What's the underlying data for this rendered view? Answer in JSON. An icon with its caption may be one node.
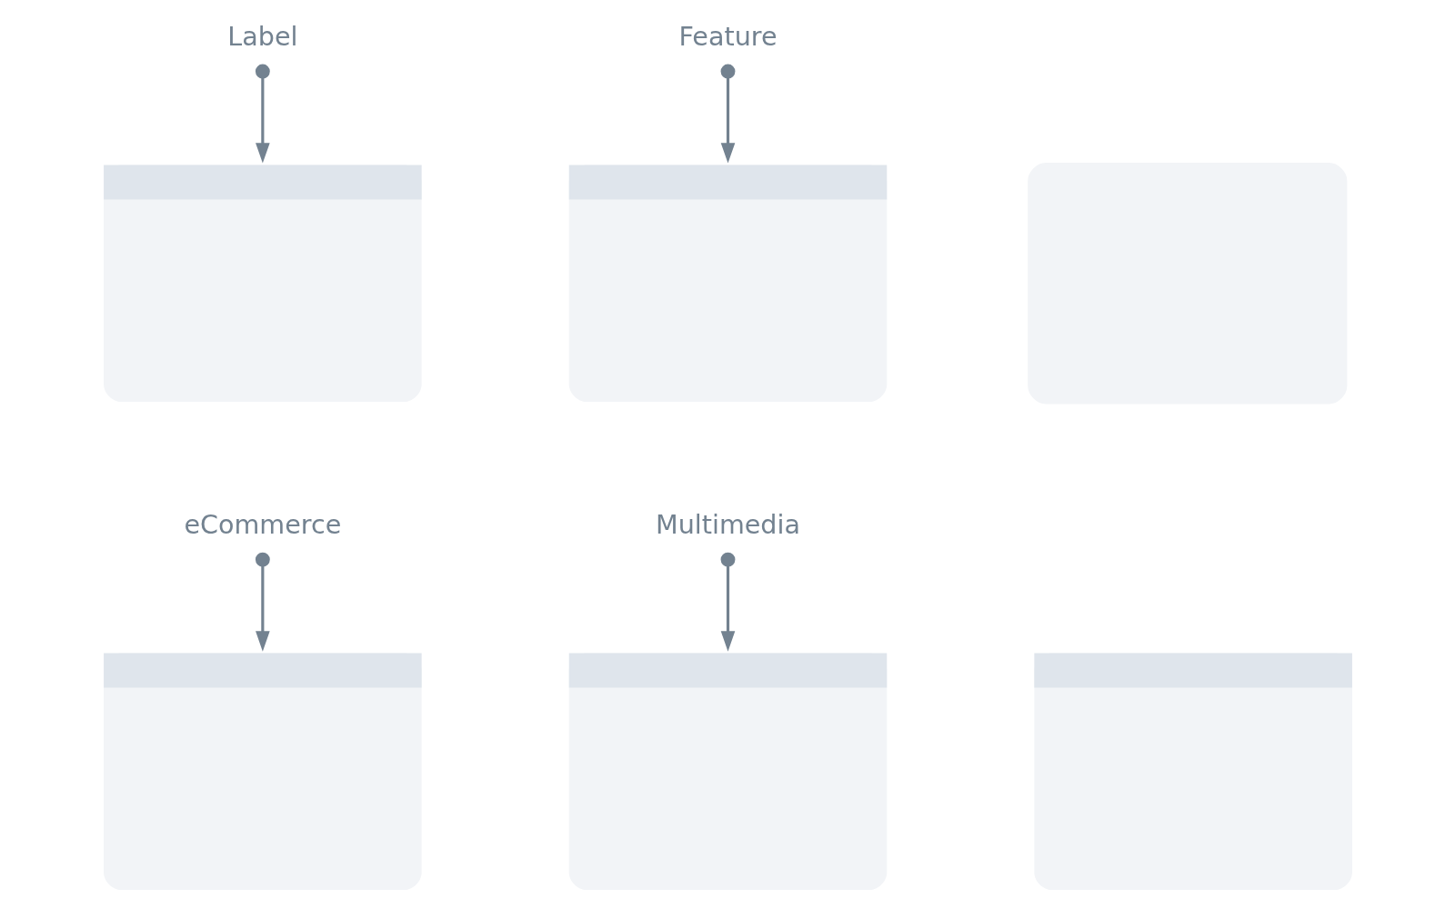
{
  "diagram": {
    "nodes": [
      {
        "text": [
          "Label"
        ]
      },
      {
        "text": [],
        "shape": "picture"
      },
      {
        "text": [
          "Feature"
        ]
      },
      {
        "text": [],
        "shape": "picture"
      },
      {
        "text": [],
        "shape": "box"
      },
      {
        "text": [
          "eCommerce"
        ]
      },
      {
        "text": [],
        "shape": "picture"
      },
      {
        "text": [
          "Multimedia"
        ]
      },
      {
        "text": [],
        "shape": "picture"
      },
      {
        "text": [],
        "shape": "picture"
      }
    ],
    "edges": [
      {
        "from": 0,
        "to": 1,
        "arrow": "to"
      },
      {
        "from": 2,
        "to": 3,
        "arrow": "to"
      },
      {
        "from": 5,
        "to": 6,
        "arrow": "to"
      },
      {
        "from": 7,
        "to": 8,
        "arrow": "to"
      }
    ]
  }
}
